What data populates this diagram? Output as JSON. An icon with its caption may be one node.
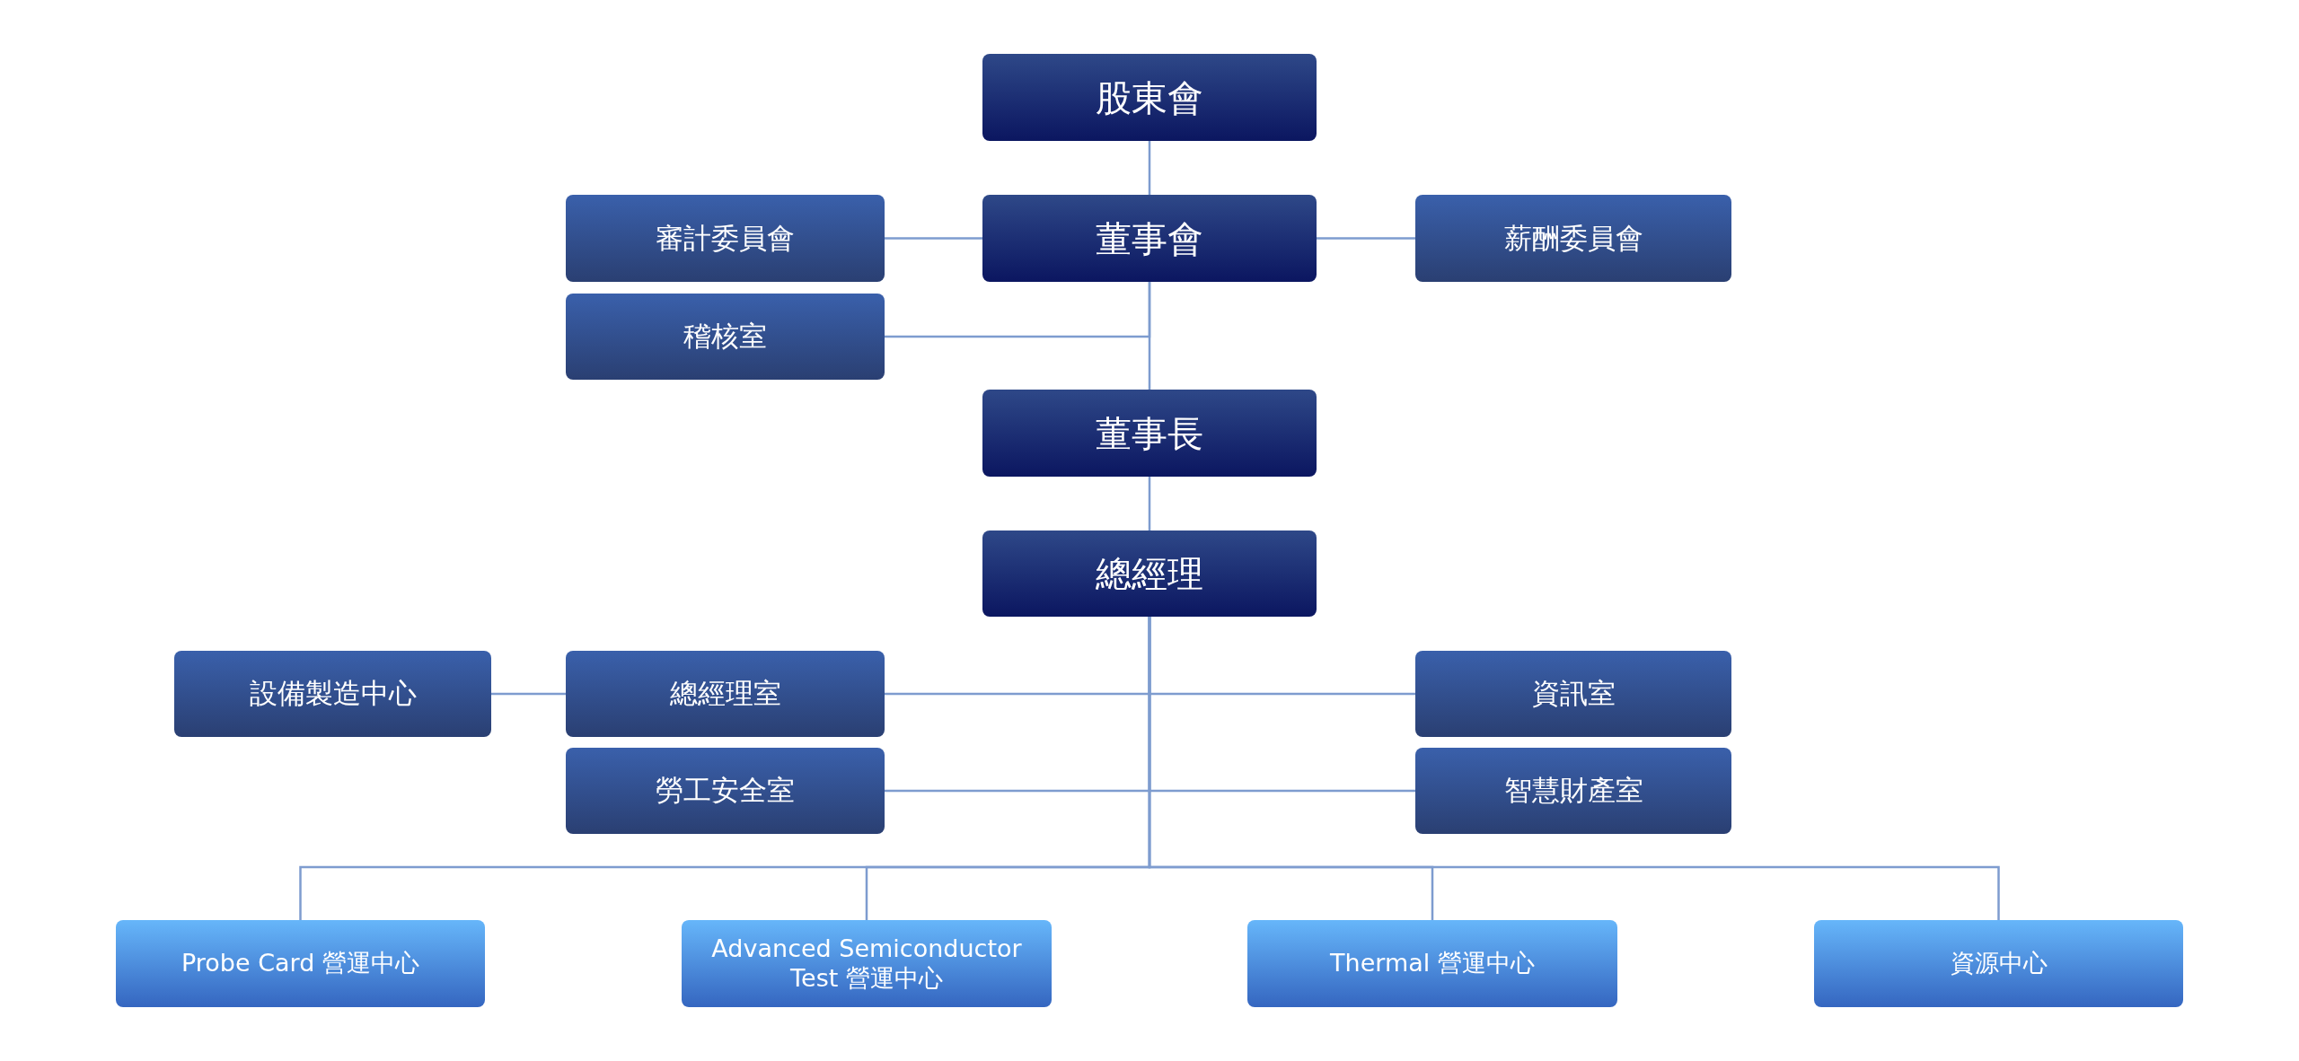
{
  "diagram": {
    "nodes": [
      {
        "text": [
          "股東會"
        ]
      },
      {
        "text": [
          "審計委員會"
        ]
      },
      {
        "text": [
          "董事會"
        ]
      },
      {
        "text": [
          "薪酬委員會"
        ]
      },
      {
        "text": [
          "稽核室"
        ]
      },
      {
        "text": [
          "董事長"
        ]
      },
      {
        "text": [
          "總經理"
        ]
      },
      {
        "text": [
          "設備製造中心"
        ]
      },
      {
        "text": [
          "總經理室"
        ]
      },
      {
        "text": [
          "資訊室"
        ]
      },
      {
        "text": [
          "勞工安全室"
        ]
      },
      {
        "text": [
          "智慧財產室"
        ]
      },
      {
        "text": [
          "Probe Card 營運中心"
        ]
      },
      {
        "text": [
          "Advanced Semiconductor Test 營運中心"
        ]
      },
      {
        "text": [
          "Thermal 營運中心"
        ]
      },
      {
        "text": [
          "資源中心"
        ]
      }
    ],
    "edges": [
      {
        "from": 0,
        "to": 2,
        "arrow": "none"
      },
      {
        "from": 2,
        "to": 1,
        "arrow": "none"
      },
      {
        "from": 2,
        "to": 3,
        "arrow": "none"
      },
      {
        "from": 2,
        "to": 4,
        "arrow": "none"
      },
      {
        "from": 2,
        "to": 5,
        "arrow": "none"
      },
      {
        "from": 5,
        "to": 6,
        "arrow": "none"
      },
      {
        "from": 6,
        "to": 8,
        "arrow": "none"
      },
      {
        "from": 6,
        "to": 9,
        "arrow": "none"
      },
      {
        "from": 8,
        "to": 7,
        "arrow": "none"
      },
      {
        "from": 6,
        "to": 10,
        "arrow": "none"
      },
      {
        "from": 6,
        "to": 11,
        "arrow": "none"
      },
      {
        "from": 6,
        "to": 12,
        "arrow": "none"
      },
      {
        "from": 6,
        "to": 13,
        "arrow": "none"
      },
      {
        "from": 6,
        "to": 14,
        "arrow": "none"
      },
      {
        "from": 6,
        "to": 15,
        "arrow": "none"
      }
    ]
  }
}
